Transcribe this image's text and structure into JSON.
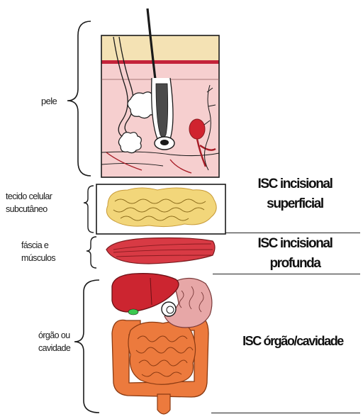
{
  "layers": [
    {
      "label_line1": "pele",
      "label_line2": ""
    },
    {
      "label_line1": "tecido celular",
      "label_line2": "subcutâneo"
    },
    {
      "label_line1": "fáscia e",
      "label_line2": "músculos"
    },
    {
      "label_line1": "órgão ou",
      "label_line2": "cavidade"
    }
  ],
  "categories": [
    {
      "line1": "ISC incisional",
      "line2": "superficial"
    },
    {
      "line1": "ISC incisional",
      "line2": "profunda"
    },
    {
      "line1": "ISC órgão/cavidade",
      "line2": ""
    }
  ],
  "colors": {
    "skin_epidermis": "#f4e2b4",
    "skin_dermis": "#f6cfcf",
    "skin_dermis_band": "#c4233a",
    "fat": "#f2d67a",
    "muscle": "#d83a44",
    "liver": "#cc2530",
    "stomach": "#e7a7a7",
    "intestine": "#ec7a3d",
    "gallbladder": "#3cc94f",
    "outline": "#1a1a1a"
  }
}
